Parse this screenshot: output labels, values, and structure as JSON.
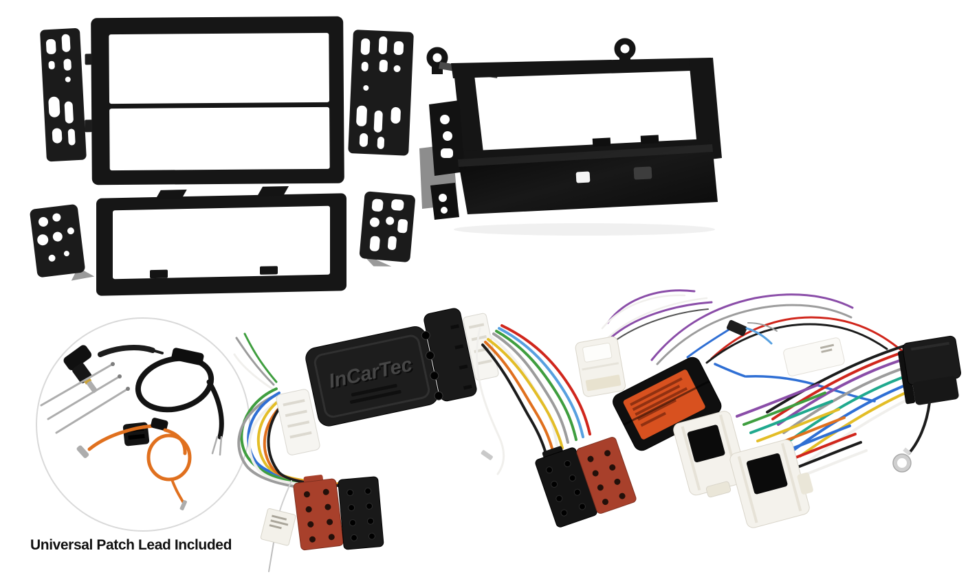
{
  "caption": {
    "text": "Universal Patch Lead Included"
  },
  "branding": {
    "interface_logo": "InCarTec"
  },
  "palette": {
    "plastic_black": "#161616",
    "metal_black": "#1b1b1b",
    "circle_gray": "#d9d9d9",
    "iso_red": "#a8402b",
    "nissan_white": "#f4f2ec",
    "label_orange": "#d8511f",
    "white_wire": "#f0efec",
    "gray_wire": "#9c9c9c",
    "silver": "#adadad",
    "black_wire": "#1c1c1c",
    "green_wire": "#3f9e3f",
    "teal_wire": "#1fa98e",
    "blue_wire": "#2f6fd4",
    "light_blue_wire": "#57a0e0",
    "yellow_wire": "#e3bd27",
    "orange_wire": "#e0701e",
    "red_wire": "#d0261c",
    "purple_wire": "#8a4da8"
  },
  "objects": [
    "double-DIN metal side brackets",
    "double-DIN fascia frame",
    "single-DIN fascia frame with side brackets",
    "single-DIN fascia with storage pocket",
    "universal patch lead set",
    "InCarTec wiring interface with ISO connectors",
    "vehicle harness with ISO plugs and connector",
    "steering wheel control interface box",
    "Nissan white connectors harness with ISO plug and ring terminal"
  ]
}
